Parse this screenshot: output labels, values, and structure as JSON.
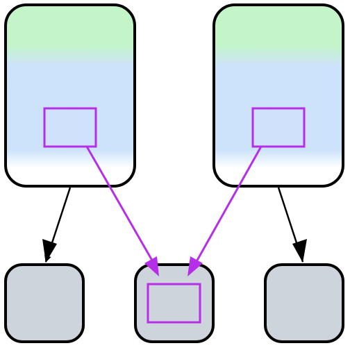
{
  "colors": {
    "background": "#ffffff",
    "node_stroke": "#000000",
    "port_stroke": "#b62ee8",
    "port_fill": "#cfe1fb",
    "gradient_top": "#c3f5c8",
    "gradient_mid": "#cde3fc",
    "gradient_bottom": "#ffffff",
    "child_fill": "#ced4dc",
    "black_edge": "#000000",
    "purple_edge": "#b62ee8"
  },
  "nodes": [
    {
      "id": "parent-left",
      "kind": "parent"
    },
    {
      "id": "parent-right",
      "kind": "parent"
    },
    {
      "id": "child-left",
      "kind": "child"
    },
    {
      "id": "child-middle",
      "kind": "child"
    },
    {
      "id": "child-right",
      "kind": "child"
    }
  ],
  "ports": [
    {
      "id": "port-parent-left",
      "node": "parent-left"
    },
    {
      "id": "port-parent-right",
      "node": "parent-right"
    },
    {
      "id": "port-child-middle",
      "node": "child-middle"
    }
  ],
  "edges": [
    {
      "from": "parent-left",
      "to": "child-left",
      "style": "black"
    },
    {
      "from": "parent-right",
      "to": "child-right",
      "style": "black"
    },
    {
      "from": "port-parent-left",
      "to": "port-child-middle",
      "style": "purple"
    },
    {
      "from": "port-parent-right",
      "to": "port-child-middle",
      "style": "purple"
    }
  ]
}
